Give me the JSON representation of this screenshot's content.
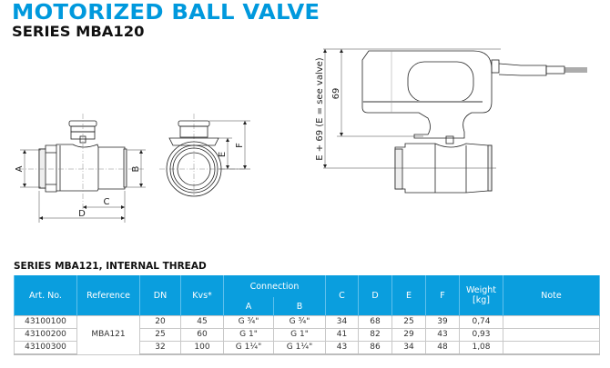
{
  "header": {
    "title": "MOTORIZED BALL VALVE",
    "subtitle": "SERIES MBA120"
  },
  "drawings": {
    "side_view": {
      "labels": {
        "A": "A",
        "B": "B",
        "C": "C",
        "D": "D"
      }
    },
    "end_view": {
      "labels": {
        "E": "E",
        "F": "F"
      }
    },
    "actuator_view": {
      "labels": {
        "height": "69",
        "total": "E + 69 (E = see valve)"
      }
    }
  },
  "table": {
    "section_title": "SERIES MBA121, INTERNAL THREAD",
    "header_color": "#0a9ede",
    "columns": {
      "art_no": "Art. No.",
      "reference": "Reference",
      "dn": "DN",
      "kvs": "Kvs*",
      "connection": "Connection",
      "conn_a": "A",
      "conn_b": "B",
      "c": "C",
      "d": "D",
      "e": "E",
      "f": "F",
      "weight": "Weight [kg]",
      "note": "Note"
    },
    "reference_value": "MBA121",
    "rows": [
      {
        "art_no": "43100100",
        "dn": "20",
        "kvs": "45",
        "conn_a": "G ¾\"",
        "conn_b": "G ¾\"",
        "c": "34",
        "d": "68",
        "e": "25",
        "f": "39",
        "weight": "0,74",
        "note": ""
      },
      {
        "art_no": "43100200",
        "dn": "25",
        "kvs": "60",
        "conn_a": "G 1\"",
        "conn_b": "G 1\"",
        "c": "41",
        "d": "82",
        "e": "29",
        "f": "43",
        "weight": "0,93",
        "note": ""
      },
      {
        "art_no": "43100300",
        "dn": "32",
        "kvs": "100",
        "conn_a": "G 1¼\"",
        "conn_b": "G 1¼\"",
        "c": "43",
        "d": "86",
        "e": "34",
        "f": "48",
        "weight": "1,08",
        "note": ""
      }
    ]
  }
}
